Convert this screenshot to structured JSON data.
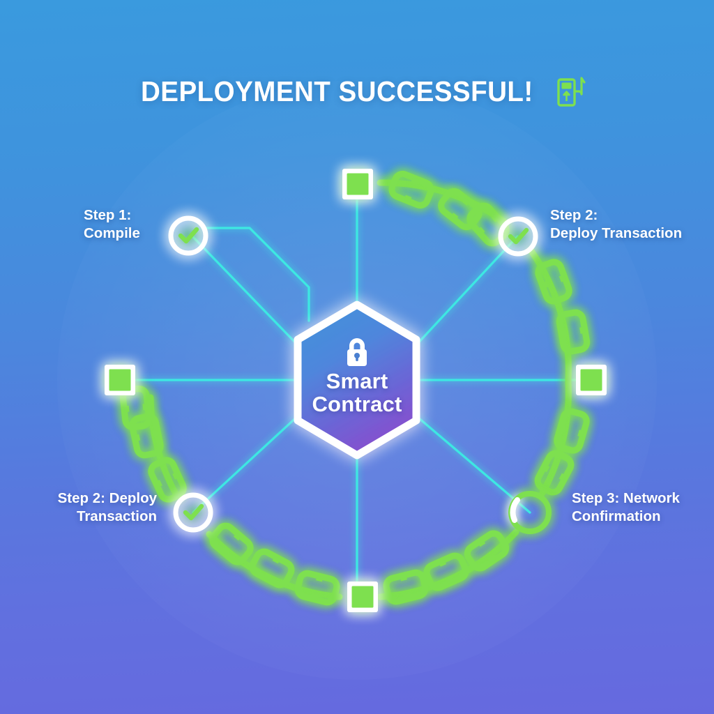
{
  "header": {
    "title": "DEPLOYMENT SUCCESSFUL!",
    "icon": "fuel-pump-icon"
  },
  "theme": {
    "background_top": "#3a9ade",
    "background_bottom": "#6669df",
    "chain_green": "#7ee04f",
    "spoke_cyan": "#3ee8e2",
    "node_white": "#ffffff",
    "hex_fill_top": "#3f92d8",
    "hex_fill_bottom": "#7a5ad2"
  },
  "center_node": {
    "name": "smart-contract",
    "icon": "lock-icon",
    "line1": "Smart",
    "line2": "Contract"
  },
  "steps": [
    {
      "id": "step-1-compile",
      "label": "Step 1:\nCompile",
      "marker": "check-circle",
      "state": "complete"
    },
    {
      "id": "step-2-deploy-transaction-right",
      "label": "Step 2:\nDeploy Transaction",
      "marker": "check-circle",
      "state": "complete"
    },
    {
      "id": "step-2-deploy-transaction-left",
      "label": "Step 2: Deploy\nTransaction",
      "marker": "check-circle",
      "state": "complete"
    },
    {
      "id": "step-3-network-confirmation",
      "label": "Step 3: Network\nConfirmation",
      "marker": "open-ring",
      "state": "pending"
    }
  ],
  "block_nodes": [
    {
      "id": "block-node-top",
      "label": ""
    },
    {
      "id": "block-node-right",
      "label": ""
    },
    {
      "id": "block-node-bottom",
      "label": ""
    },
    {
      "id": "block-node-left",
      "label": ""
    }
  ]
}
